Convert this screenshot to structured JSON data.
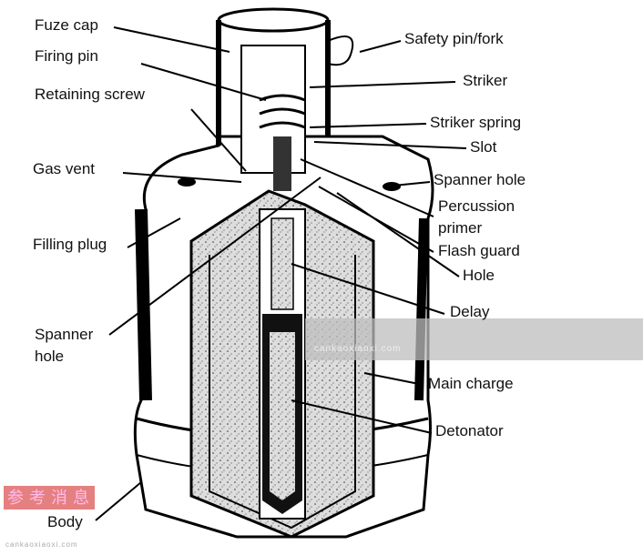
{
  "labels": {
    "fuze_cap": "Fuze cap",
    "firing_pin": "Firing pin",
    "retaining_screw": "Retaining screw",
    "gas_vent": "Gas vent",
    "filling_plug": "Filling plug",
    "spanner_hole_left_1": "Spanner",
    "spanner_hole_left_2": "hole",
    "body": "Body",
    "safety_pin": "Safety pin/fork",
    "striker": "Striker",
    "striker_spring": "Striker spring",
    "slot": "Slot",
    "spanner_hole_right": "Spanner hole",
    "percussion_primer_1": "Percussion",
    "percussion_primer_2": "primer",
    "flash_guard": "Flash guard",
    "hole": "Hole",
    "delay": "Delay",
    "main_charge": "Main charge",
    "detonator": "Detonator"
  },
  "watermark": {
    "cn": "参考消息",
    "url": "cankaoxiaoxi.com"
  }
}
